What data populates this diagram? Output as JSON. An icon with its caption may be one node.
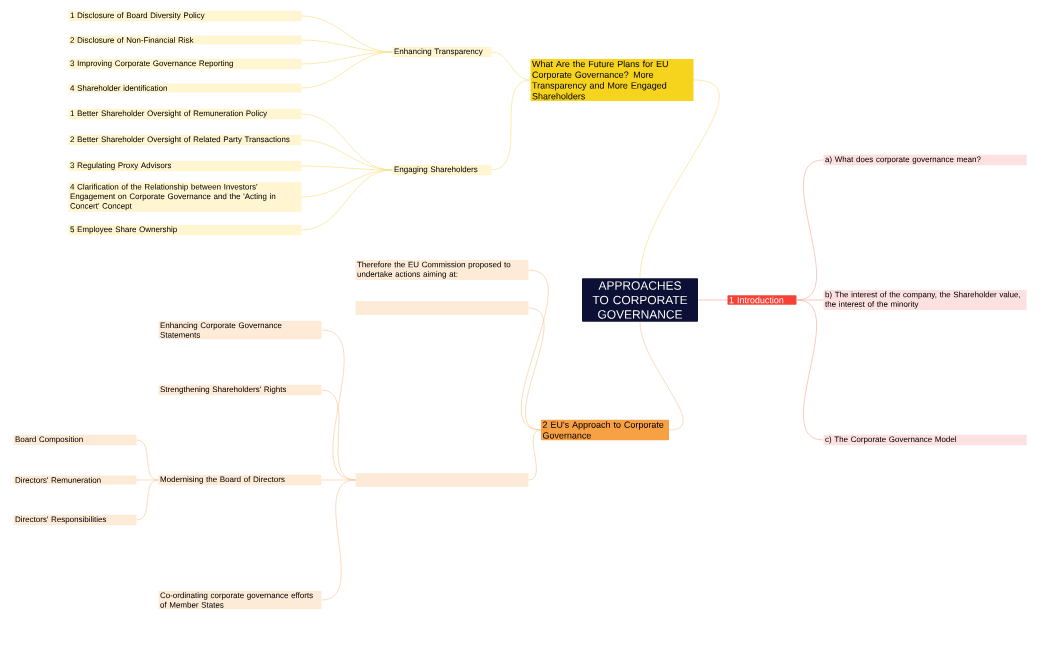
{
  "diagram": {
    "nodes": [
      {
        "text": [
          "APPROACHES TO CORPORATE GOVERNANCE"
        ]
      },
      {
        "text": [
          "1 Introduction"
        ]
      },
      {
        "text": [
          "a) What does corporate governance mean?"
        ]
      },
      {
        "text": [
          "b) The interest of the company, the Shareholder value, the interest of the minority"
        ]
      },
      {
        "text": [
          "c) The Corporate Governance Model"
        ]
      },
      {
        "text": [
          "What Are the Future Plans for EU Corporate Governance? More Transparency and More Engaged Shareholders"
        ]
      },
      {
        "text": [
          "Enhancing Transparency"
        ]
      },
      {
        "text": [
          "1 Disclosure of Board Diversity Policy"
        ]
      },
      {
        "text": [
          "2 Disclosure of Non-Financial Risk"
        ]
      },
      {
        "text": [
          "3 Improving Corporate Governance Reporting"
        ]
      },
      {
        "text": [
          "4 Shareholder identification"
        ]
      },
      {
        "text": [
          "Engaging Shareholders"
        ]
      },
      {
        "text": [
          "1 Better Shareholder Oversight of Remuneration Policy"
        ]
      },
      {
        "text": [
          "2 Better Shareholder Oversight of Related Party Transactions"
        ]
      },
      {
        "text": [
          "3 Regulating Proxy Advisors"
        ]
      },
      {
        "text": [
          "4 Clarification of the Relationship between Investors' Engagement on Corporate Governance and the 'Acting in Concert' Concept"
        ]
      },
      {
        "text": [
          "5 Employee Share Ownership"
        ]
      },
      {
        "text": [
          "2 EU's Approach to Corporate Governance"
        ]
      },
      {
        "text": [
          "Therefore the EU Commission proposed to undertake actions aiming at:"
        ]
      },
      {
        "text": [],
        "shape": "box"
      },
      {
        "text": [
          "Enhancing Corporate Governance Statements"
        ]
      },
      {
        "text": [
          "Strengthening Shareholders' Rights"
        ]
      },
      {
        "text": [],
        "shape": "box"
      },
      {
        "text": [
          "Modernising the Board of Directors"
        ]
      },
      {
        "text": [
          "Board Composition"
        ]
      },
      {
        "text": [
          "Directors' Remuneration"
        ]
      },
      {
        "text": [
          "Directors' Responsibilities"
        ]
      },
      {
        "text": [
          "Co-ordinating corporate governance efforts of Member States"
        ]
      }
    ],
    "edges": [
      {
        "from": 0,
        "to": 1,
        "arrow": "none",
        "color": "#f6a5a0"
      },
      {
        "from": 0,
        "to": 5,
        "arrow": "none",
        "color": "#f5df7a"
      },
      {
        "from": 0,
        "to": 17,
        "arrow": "none"
      },
      {
        "from": 1,
        "to": 2,
        "arrow": "none",
        "color": "#f6a5a0"
      },
      {
        "from": 1,
        "to": 3,
        "arrow": "none",
        "color": "#f6a5a0"
      },
      {
        "from": 1,
        "to": 4,
        "arrow": "none",
        "color": "#f6a5a0"
      },
      {
        "from": 5,
        "to": 6,
        "arrow": "none",
        "color": "#f5df7a"
      },
      {
        "from": 5,
        "to": 11,
        "arrow": "none",
        "color": "#f5df7a"
      },
      {
        "from": 6,
        "to": 7,
        "arrow": "none",
        "color": "#f5df7a"
      },
      {
        "from": 6,
        "to": 8,
        "arrow": "none",
        "color": "#f5df7a"
      },
      {
        "from": 6,
        "to": 9,
        "arrow": "none",
        "color": "#f5df7a"
      },
      {
        "from": 6,
        "to": 10,
        "arrow": "none",
        "color": "#f5df7a"
      },
      {
        "from": 11,
        "to": 12,
        "arrow": "none",
        "color": "#f5df7a"
      },
      {
        "from": 11,
        "to": 13,
        "arrow": "none",
        "color": "#f5df7a"
      },
      {
        "from": 11,
        "to": 14,
        "arrow": "none",
        "color": "#f5df7a"
      },
      {
        "from": 11,
        "to": 15,
        "arrow": "none",
        "color": "#f5df7a"
      },
      {
        "from": 11,
        "to": 16,
        "arrow": "none",
        "color": "#f5df7a"
      },
      {
        "from": 17,
        "to": 18,
        "arrow": "none"
      },
      {
        "from": 17,
        "to": 19,
        "arrow": "none"
      },
      {
        "from": 17,
        "to": 22,
        "arrow": "none"
      },
      {
        "from": 22,
        "to": 20,
        "arrow": "none"
      },
      {
        "from": 22,
        "to": 21,
        "arrow": "none"
      },
      {
        "from": 22,
        "to": 23,
        "arrow": "none"
      },
      {
        "from": 22,
        "to": 27,
        "arrow": "none"
      },
      {
        "from": 23,
        "to": 24,
        "arrow": "none"
      },
      {
        "from": 23,
        "to": 25,
        "arrow": "none"
      },
      {
        "from": 23,
        "to": 26,
        "arrow": "none"
      }
    ]
  }
}
